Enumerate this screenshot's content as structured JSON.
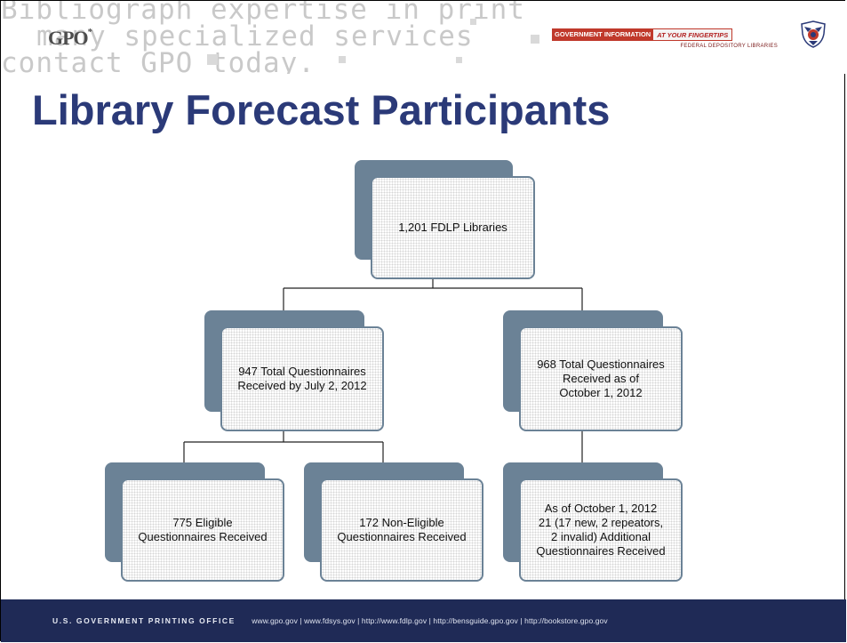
{
  "header": {
    "bg_lines": [
      "Bibliograph expertise in print",
      "many specialized services",
      "contact GPO today."
    ],
    "gpo_logo": "GPO",
    "badge_left": "GOVERNMENT INFORMATION",
    "badge_right": "AT YOUR FINGERTIPS",
    "badge_sub": "FEDERAL DEPOSITORY LIBRARIES"
  },
  "title": "Library Forecast Participants",
  "org_chart": {
    "root": "1,201 FDLP Libraries",
    "left": "947 Total Questionnaires\nReceived by July 2, 2012",
    "right": "968 Total Questionnaires\nReceived as of\nOctober 1, 2012",
    "left_child_1": "775 Eligible\nQuestionnaires Received",
    "left_child_2": "172 Non-Eligible\nQuestionnaires Received",
    "right_child": "As of October 1, 2012\n21 (17 new, 2 repeators,\n2 invalid) Additional\nQuestionnaires Received"
  },
  "footer": {
    "org": "U.S. GOVERNMENT PRINTING OFFICE",
    "links": "www.gpo.gov | www.fdsys.gov | http://www.fdlp.gov | http://bensguide.gpo.gov | http://bookstore.gpo.gov"
  },
  "colors": {
    "title": "#2b3a78",
    "box_border": "#6b8296",
    "footer_bg": "#1f2a56"
  }
}
